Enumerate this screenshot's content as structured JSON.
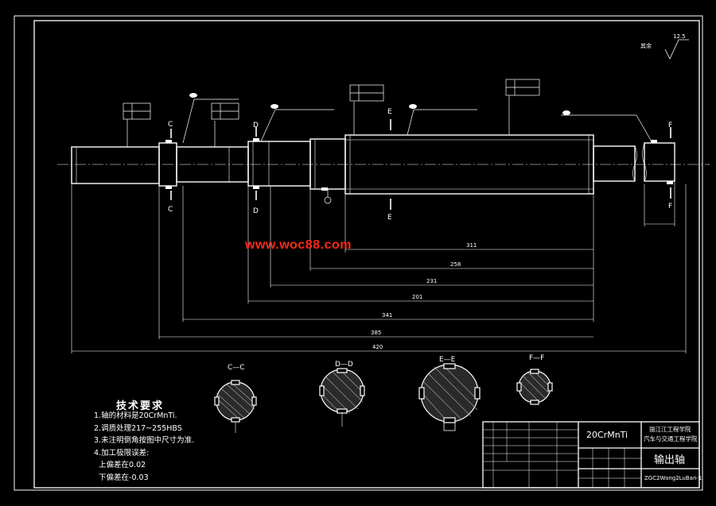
{
  "watermark": "www.woc88.com",
  "roughness_other": "其余",
  "roughness_value": "12.5",
  "tech_requirements": {
    "title": "技术要求",
    "items": [
      "1.轴的材料是20CrMnTi.",
      "2.调质处理217~255HBS",
      "3.未注明倒角按图中尺寸为准.",
      "4.加工极限误差:",
      "  上偏差在0.02",
      "  下偏差在-0.03"
    ]
  },
  "title_block": {
    "material": "20CrMnTi",
    "part_name": "输出轴",
    "school_line1": "丽江江工程学院",
    "school_line2": "汽车与交通工程学院",
    "drawing_no": "ZGC2Wang2LuBan-1"
  },
  "section_labels": [
    "C—C",
    "D—D",
    "E—E",
    "F—F"
  ],
  "section_marks": [
    "C",
    "C",
    "D",
    "D",
    "E",
    "E",
    "F",
    "F"
  ],
  "dimensions": [
    "311",
    "258",
    "231",
    "201",
    "341",
    "385",
    "420"
  ],
  "colors": {
    "background": "#000000",
    "lines": "#ffffff",
    "watermark": "#ff2a1a"
  }
}
